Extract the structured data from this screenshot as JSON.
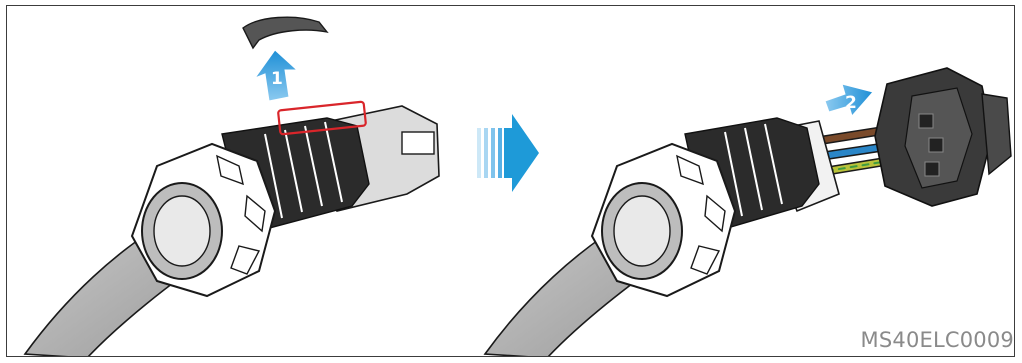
{
  "figure": {
    "id": "MS40ELC0009",
    "steps": [
      {
        "number": "1"
      },
      {
        "number": "2"
      }
    ]
  },
  "colors": {
    "arrow_blue": "#1e9ad8",
    "highlight_red": "#d9252a",
    "wire_brown": "#7a4a2a",
    "wire_blue": "#2a86c8",
    "wire_green_yellow": "#b9c23a",
    "cable_gray": "#a9a9a9",
    "outline": "#1a1a1a",
    "body_gray": "#d8d8d8"
  },
  "icons": {
    "step1_arrow": "arrow-up-icon",
    "transition_arrow": "arrow-right-icon",
    "step2_arrow": "arrow-right-icon"
  }
}
